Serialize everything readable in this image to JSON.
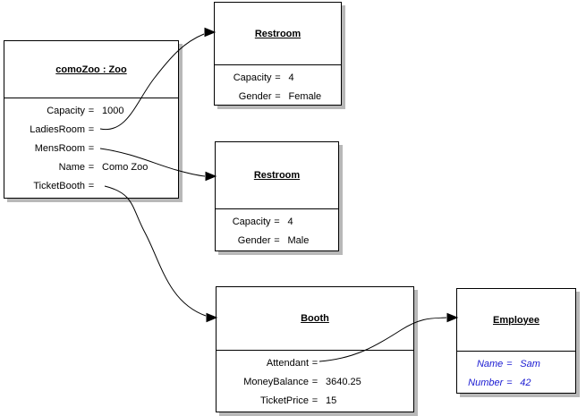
{
  "equals_sign": "=",
  "colors": {
    "box_border": "#000000",
    "box_fill": "#ffffff",
    "drop_shadow": "#b8b8b8",
    "connector_line": "#000000",
    "default_text": "#000000",
    "employee_attribute_text": "#1a1ad2"
  },
  "objects": [
    {
      "id": "comoZoo",
      "title": "comoZoo : Zoo",
      "attributes": [
        {
          "name": "Capacity",
          "value": "1000"
        },
        {
          "name": "LadiesRoom",
          "value": ""
        },
        {
          "name": "MensRoom",
          "value": ""
        },
        {
          "name": "Name",
          "value": "Como Zoo"
        },
        {
          "name": "TicketBooth",
          "value": ""
        }
      ]
    },
    {
      "id": "restroom-female",
      "title": "Restroom",
      "attributes": [
        {
          "name": "Capacity",
          "value": "4"
        },
        {
          "name": "Gender",
          "value": "Female"
        }
      ]
    },
    {
      "id": "restroom-male",
      "title": "Restroom",
      "attributes": [
        {
          "name": "Capacity",
          "value": "4"
        },
        {
          "name": "Gender",
          "value": "Male"
        }
      ]
    },
    {
      "id": "booth",
      "title": "Booth",
      "attributes": [
        {
          "name": "Attendant",
          "value": ""
        },
        {
          "name": "MoneyBalance",
          "value": "3640.25"
        },
        {
          "name": "TicketPrice",
          "value": "15"
        }
      ]
    },
    {
      "id": "employee",
      "title": "Employee",
      "attributes": [
        {
          "name": "Name",
          "value": "Sam"
        },
        {
          "name": "Number",
          "value": "42"
        }
      ]
    }
  ],
  "connectors": [
    {
      "from_object": "comoZoo : Zoo",
      "from_attribute": "LadiesRoom",
      "to_object": "Restroom (Female)"
    },
    {
      "from_object": "comoZoo : Zoo",
      "from_attribute": "MensRoom",
      "to_object": "Restroom (Male)"
    },
    {
      "from_object": "comoZoo : Zoo",
      "from_attribute": "TicketBooth",
      "to_object": "Booth"
    },
    {
      "from_object": "Booth",
      "from_attribute": "Attendant",
      "to_object": "Employee"
    }
  ]
}
